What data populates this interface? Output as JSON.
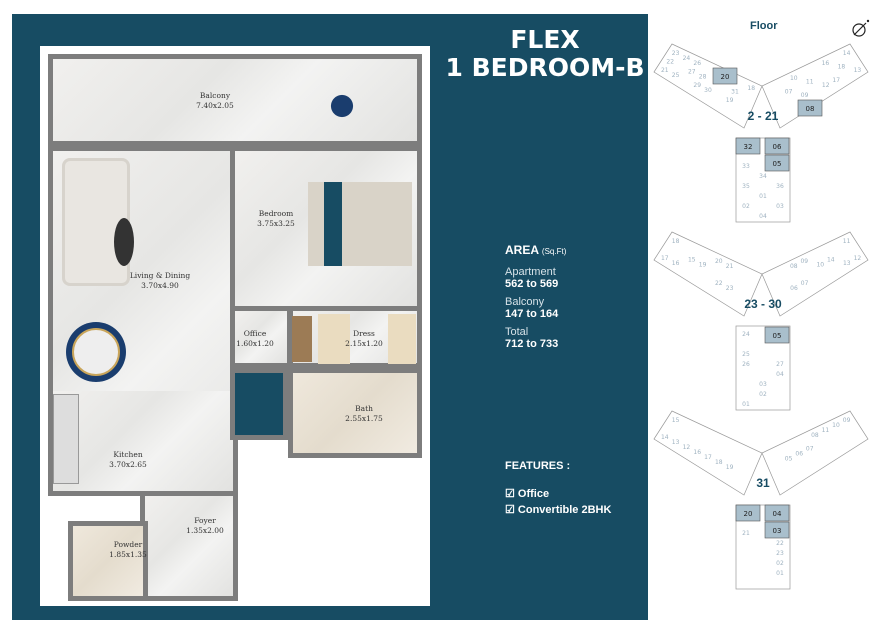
{
  "title": {
    "line1": "FLEX",
    "line2": "1 BEDROOM-B"
  },
  "rooms": {
    "balcony": {
      "name": "Balcony",
      "size": "7.40x2.05"
    },
    "living": {
      "name": "Living & Dining",
      "size": "3.70x4.90"
    },
    "bedroom": {
      "name": "Bedroom",
      "size": "3.75x3.25"
    },
    "office": {
      "name": "Office",
      "size": "1.60x1.20"
    },
    "dress": {
      "name": "Dress",
      "size": "2.15x1.20"
    },
    "bath": {
      "name": "Bath",
      "size": "2.55x1.75"
    },
    "kitchen": {
      "name": "Kitchen",
      "size": "3.70x2.65"
    },
    "foyer": {
      "name": "Foyer",
      "size": "1.35x2.00"
    },
    "powder": {
      "name": "Powder",
      "size": "1.85x1.35"
    }
  },
  "area": {
    "heading": "AREA",
    "unit": "(Sq.Ft)",
    "apartment_label": "Apartment",
    "apartment": "562 to 569",
    "balcony_label": "Balcony",
    "balcony": "147 to 164",
    "total_label": "Total",
    "total": "712 to 733"
  },
  "features": {
    "heading": "FEATURES :",
    "items": [
      "☑ Office",
      "☑ Convertible 2BHK"
    ]
  },
  "floor_label": "Floor",
  "colors": {
    "panel": "#174c63",
    "highlight": "#a9bfcc"
  },
  "keyplans": [
    {
      "label": "2 - 21",
      "left": [
        "23",
        "22",
        "21",
        "24",
        "25",
        "26",
        "27",
        "28",
        "29",
        "30",
        "31",
        "19",
        "18"
      ],
      "right": [
        "14",
        "13",
        "18",
        "16",
        "17",
        "12",
        "11",
        "10",
        "09",
        "07"
      ],
      "stem": [
        "33",
        "34",
        "35",
        "36",
        "01",
        "02",
        "03",
        "04"
      ],
      "highlighted": [
        "20",
        "08",
        "32",
        "06",
        "05"
      ]
    },
    {
      "label": "23 - 30",
      "left": [
        "18",
        "17",
        "16",
        "15",
        "19",
        "20",
        "21",
        "22",
        "23"
      ],
      "right": [
        "11",
        "12",
        "13",
        "14",
        "10",
        "09",
        "08",
        "07",
        "06"
      ],
      "stem": [
        "24",
        "25",
        "26",
        "27",
        "04",
        "03",
        "02",
        "01"
      ],
      "highlighted": [
        "05"
      ]
    },
    {
      "label": "31",
      "left": [
        "15",
        "14",
        "13",
        "12",
        "16",
        "17",
        "18",
        "19"
      ],
      "right": [
        "09",
        "10",
        "11",
        "08",
        "07",
        "06",
        "05"
      ],
      "stem": [
        "21",
        "22",
        "23",
        "02",
        "01"
      ],
      "highlighted": [
        "20",
        "04",
        "03"
      ]
    }
  ]
}
